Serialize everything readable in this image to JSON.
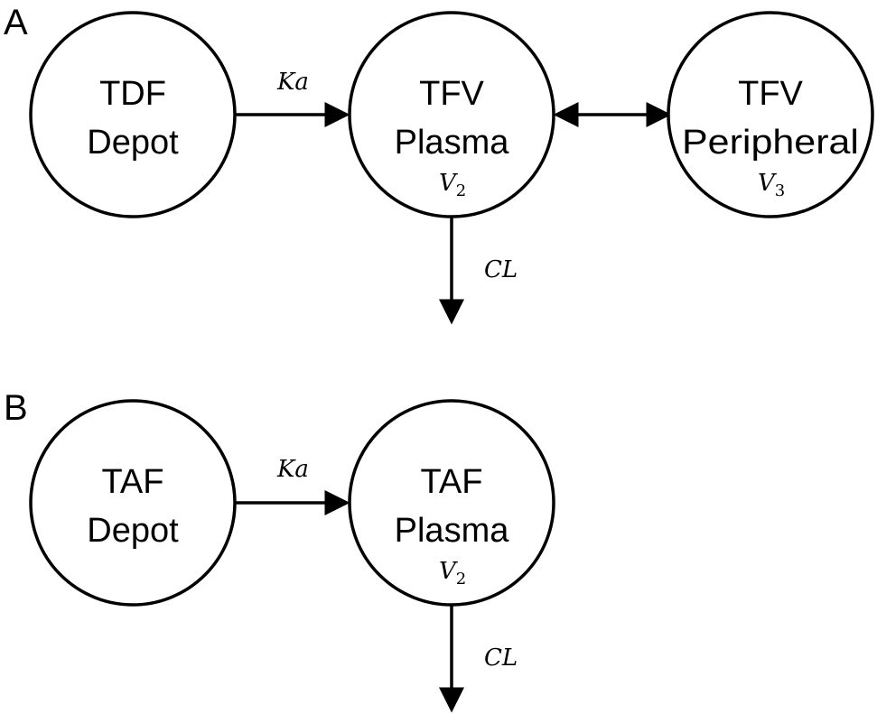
{
  "panels": [
    {
      "label": "A",
      "nodes": [
        {
          "line1": "TDF",
          "line2": "Depot"
        },
        {
          "line1": "TFV",
          "line2": "Plasma",
          "volume": "V",
          "volume_sub": "2"
        },
        {
          "line1": "TFV",
          "line2": "Peripheral",
          "volume": "V",
          "volume_sub": "3"
        }
      ],
      "edges": {
        "absorption": "Ka",
        "clearance": "CL"
      }
    },
    {
      "label": "B",
      "nodes": [
        {
          "line1": "TAF",
          "line2": "Depot"
        },
        {
          "line1": "TAF",
          "line2": "Plasma",
          "volume": "V",
          "volume_sub": "2"
        }
      ],
      "edges": {
        "absorption": "Ka",
        "clearance": "CL"
      }
    }
  ],
  "colors": {
    "stroke": "#000000",
    "background": "#ffffff"
  }
}
